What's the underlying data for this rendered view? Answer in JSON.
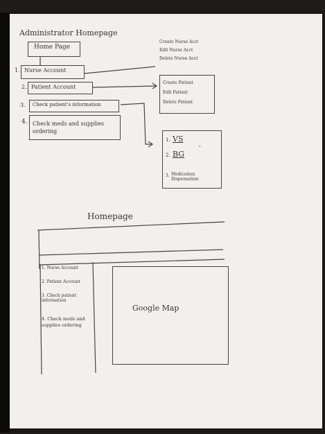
{
  "flow": {
    "title": "Administrator Homepage",
    "home_box": "Home Page",
    "menu": [
      {
        "num": "1.",
        "label": "Nurse Account"
      },
      {
        "num": "2.",
        "label": "Patient Account"
      },
      {
        "num": "3.",
        "label": "Check patient's information"
      },
      {
        "num": "4.",
        "label": "Check meds and supplies ordering"
      }
    ],
    "nurse_actions": [
      "Create Nurse Acct",
      "Edit Nurse Acct",
      "Delete Nurse Acct"
    ],
    "patient_actions": [
      "Create Patient",
      "Edit Patient",
      "Delete Patient"
    ],
    "patient_info": [
      {
        "num": "1.",
        "label": "VS"
      },
      {
        "num": "2.",
        "label": "BG"
      },
      {
        "num": "3.",
        "label": "Medication Dispensation"
      }
    ],
    "ditto": "\""
  },
  "wireframe": {
    "title": "Homepage",
    "sidebar": [
      {
        "label": "1. Nurse Account"
      },
      {
        "label": "2. Patient Account"
      },
      {
        "label": "3. Check patient information"
      },
      {
        "label": "4. Check meds and supplies ordering"
      }
    ],
    "map_label": "Google Map"
  }
}
